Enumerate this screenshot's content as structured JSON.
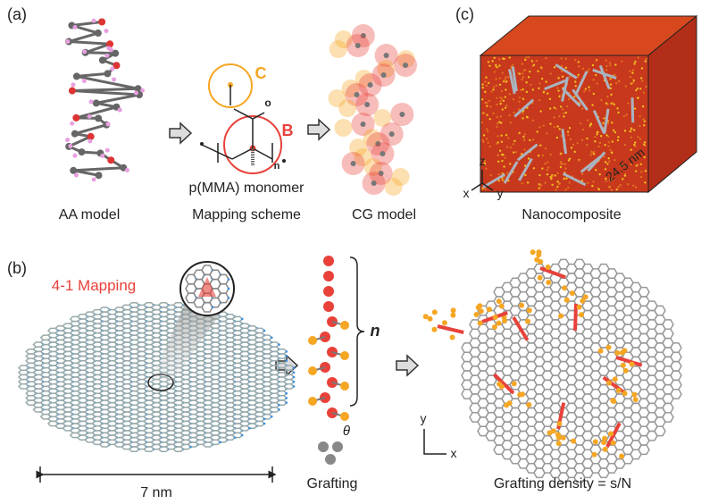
{
  "panels": {
    "a": "(a)",
    "b": "(b)",
    "c": "(c)"
  },
  "labels": {
    "aa_model": "AA model",
    "mapping_scheme": "Mapping scheme",
    "monomer": "p(MMA) monomer",
    "cg_model": "CG model",
    "nanocomposite": "Nanocomposite",
    "box_size": "24.5 nm",
    "mapping_41": "4-1 Mapping",
    "scale": "7 nm",
    "grafting": "Grafting",
    "grafting_density": "Grafting density = s/N",
    "bead_c": "C",
    "bead_b": "B",
    "repeat_n": "n",
    "chain_n": "n",
    "theta": "θ",
    "oxygen": "o",
    "axis_x": "x",
    "axis_y": "y",
    "axis_z": "z"
  },
  "colors": {
    "red": "#e8413a",
    "orange": "#f5a623",
    "gray": "#8a8a8a",
    "blue": "#3a8fe0",
    "cube": "#c8321e"
  }
}
